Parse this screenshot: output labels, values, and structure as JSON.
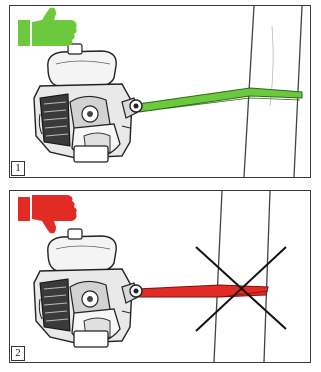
{
  "panels": [
    {
      "number": "1",
      "verdict": "correct",
      "strap_color": "#6cc83c",
      "thumb_color": "#6cc83c",
      "icon": "thumbs-up-icon"
    },
    {
      "number": "2",
      "verdict": "incorrect",
      "strap_color": "#e22b24",
      "thumb_color": "#e22b24",
      "icon": "thumbs-down-icon"
    }
  ]
}
